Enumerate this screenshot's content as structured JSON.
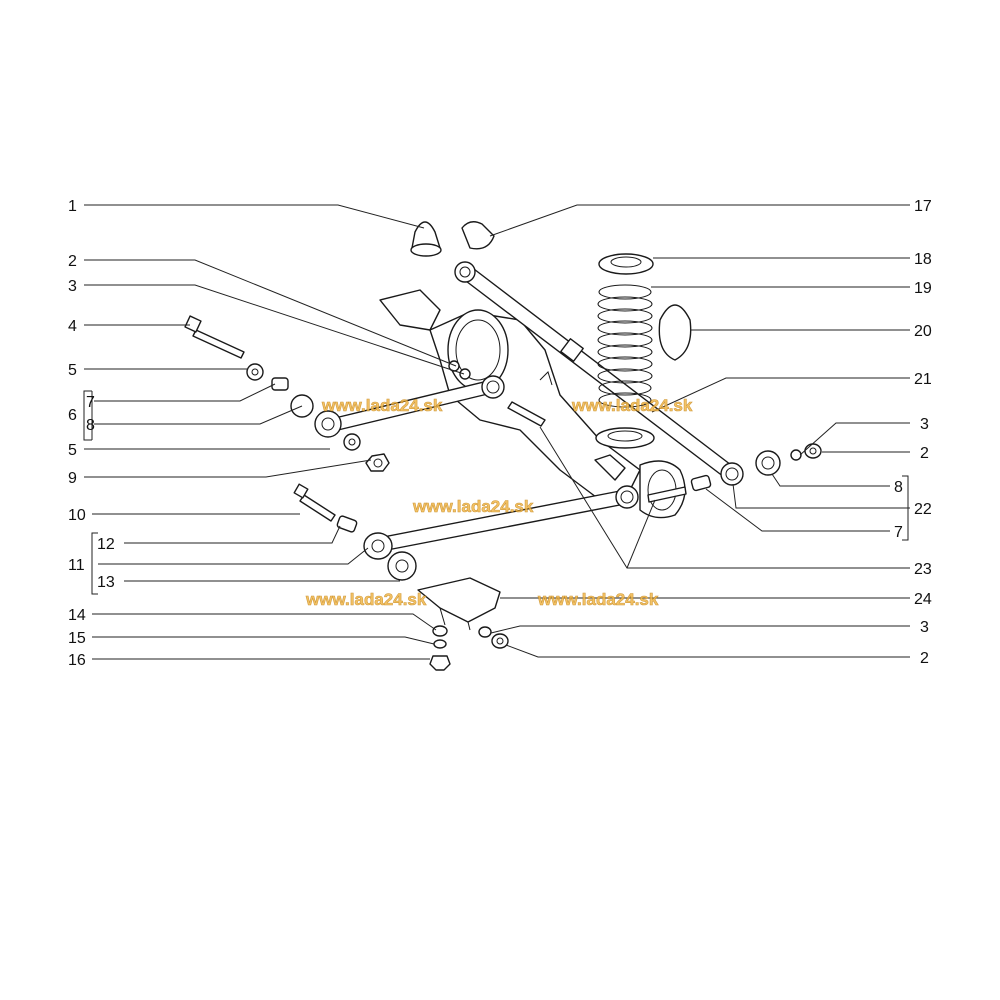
{
  "callouts": {
    "c1": "1",
    "c2a": "2",
    "c3a": "3",
    "c4": "4",
    "c5a": "5",
    "c6": "6",
    "c7a": "7",
    "c8a": "8",
    "c5b": "5",
    "c9": "9",
    "c10": "10",
    "c11": "11",
    "c12": "12",
    "c13": "13",
    "c14": "14",
    "c15": "15",
    "c16": "16",
    "c17": "17",
    "c18": "18",
    "c19": "19",
    "c20": "20",
    "c21": "21",
    "c3b": "3",
    "c2b": "2",
    "c8b": "8",
    "c22": "22",
    "c7b": "7",
    "c23": "23",
    "c24": "24",
    "c3c": "3",
    "c2c": "2"
  },
  "watermark": {
    "text": "www.lada24.sk",
    "color": "#f2b84b"
  }
}
